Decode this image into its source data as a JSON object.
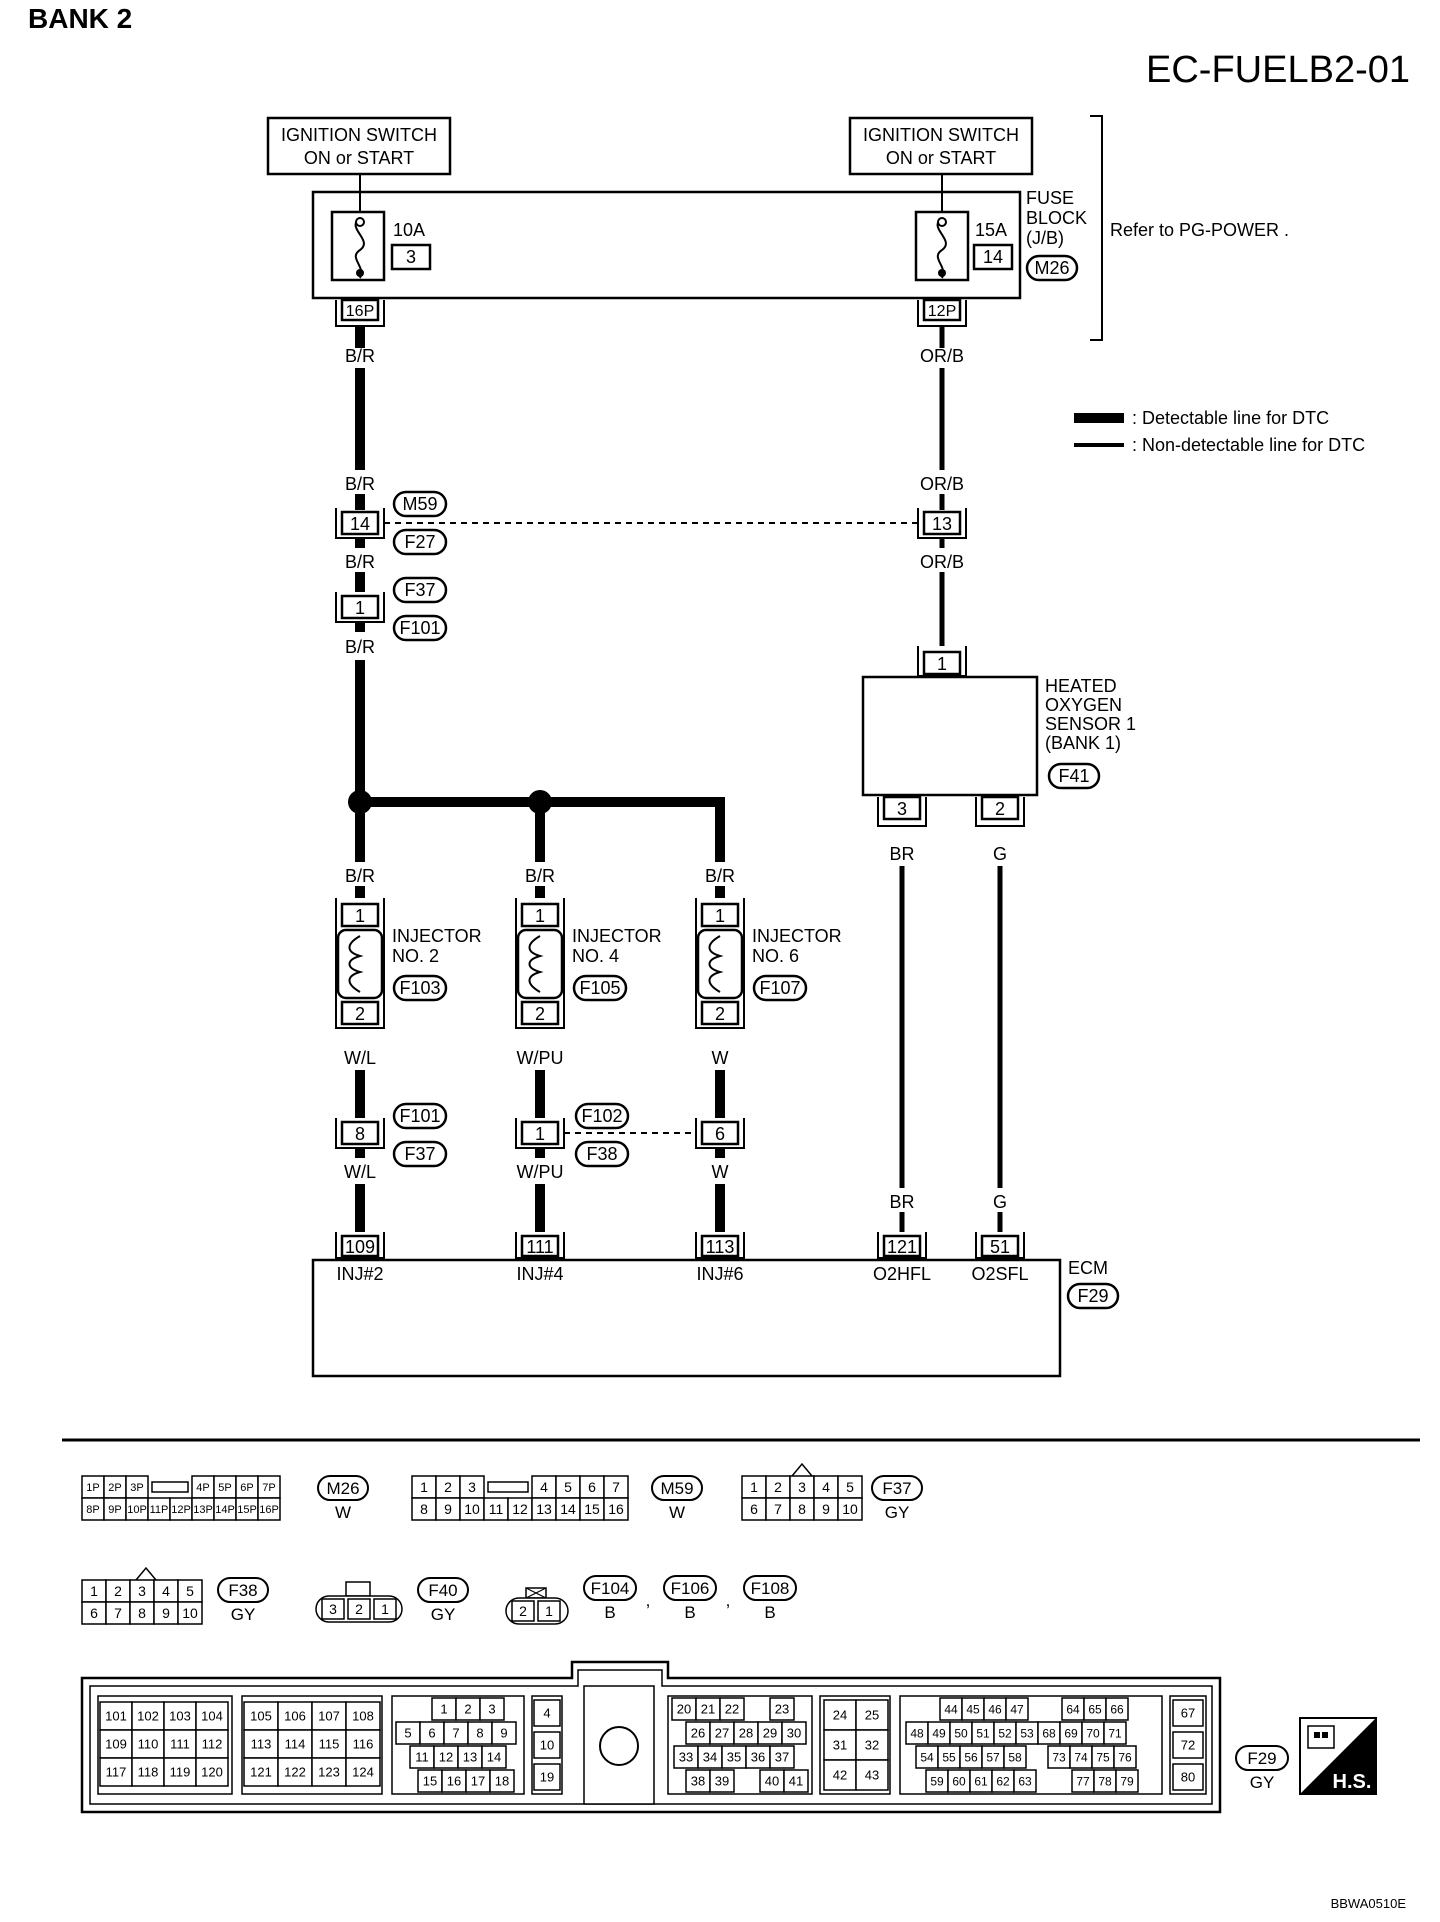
{
  "header": {
    "bank": "BANK 2",
    "code": "EC-FUELB2-01"
  },
  "ignition": {
    "left_l1": "IGNITION SWITCH",
    "left_l2": "ON or START",
    "right_l1": "IGNITION SWITCH",
    "right_l2": "ON or START"
  },
  "fuse_block": {
    "l1": "FUSE",
    "l2": "BLOCK",
    "l3": "(J/B)",
    "conn": "M26",
    "refer": "Refer to  PG-POWER .",
    "fuse_a_amp": "10A",
    "fuse_a_num": "3",
    "fuse_a_pin": "16P",
    "fuse_b_amp": "15A",
    "fuse_b_num": "14",
    "fuse_b_pin": "12P"
  },
  "legend": {
    "thick": ": Detectable line for DTC",
    "thin": ": Non-detectable line for DTC"
  },
  "wires": {
    "br": "B/R",
    "orb": "OR/B",
    "wl": "W/L",
    "wpu": "W/PU",
    "w": "W",
    "brn": "BR",
    "g": "G"
  },
  "joints": {
    "m59": "M59",
    "f27": "F27",
    "pin14": "14",
    "pin13": "13",
    "f37": "F37",
    "f101": "F101",
    "pin1": "1",
    "f101b": "F101",
    "f37b": "F37",
    "pin8": "8",
    "f102": "F102",
    "f38": "F38",
    "pin1b": "1",
    "pin6": "6"
  },
  "sensor": {
    "l1": "HEATED",
    "l2": "OXYGEN",
    "l3": "SENSOR 1",
    "l4": "(BANK 1)",
    "conn": "F41",
    "pin1": "1",
    "pin3": "3",
    "pin2": "2"
  },
  "injectors": [
    {
      "l1": "INJECTOR",
      "l2": "NO. 2",
      "conn": "F103",
      "p1": "1",
      "p2": "2"
    },
    {
      "l1": "INJECTOR",
      "l2": "NO. 4",
      "conn": "F105",
      "p1": "1",
      "p2": "2"
    },
    {
      "l1": "INJECTOR",
      "l2": "NO. 6",
      "conn": "F107",
      "p1": "1",
      "p2": "2"
    }
  ],
  "ecm": {
    "label": "ECM",
    "conn": "F29",
    "pins": [
      "109",
      "111",
      "113",
      "121",
      "51"
    ],
    "names": [
      "INJ#2",
      "INJ#4",
      "INJ#6",
      "O2HFL",
      "O2SFL"
    ]
  },
  "connectors": {
    "m26": {
      "name": "M26",
      "color": "W",
      "top": [
        "1P",
        "2P",
        "3P",
        "4P",
        "5P",
        "6P",
        "7P"
      ],
      "bottom": [
        "8P",
        "9P",
        "10P",
        "11P",
        "12P",
        "13P",
        "14P",
        "15P",
        "16P"
      ]
    },
    "m59": {
      "name": "M59",
      "color": "W",
      "top": [
        "1",
        "2",
        "3",
        "4",
        "5",
        "6",
        "7"
      ],
      "bottom": [
        "8",
        "9",
        "10",
        "11",
        "12",
        "13",
        "14",
        "15",
        "16"
      ]
    },
    "f37": {
      "name": "F37",
      "color": "GY",
      "top": [
        "1",
        "2",
        "3",
        "4",
        "5"
      ],
      "bottom": [
        "6",
        "7",
        "8",
        "9",
        "10"
      ]
    },
    "f38": {
      "name": "F38",
      "color": "GY",
      "top": [
        "1",
        "2",
        "3",
        "4",
        "5"
      ],
      "bottom": [
        "6",
        "7",
        "8",
        "9",
        "10"
      ]
    },
    "f40": {
      "name": "F40",
      "color": "GY",
      "pins": [
        "3",
        "2",
        "1"
      ]
    },
    "f104": {
      "pins": [
        "2",
        "1"
      ],
      "names": [
        "F104",
        "F106",
        "F108"
      ],
      "colors": [
        "B",
        "B",
        "B"
      ],
      "sep": ","
    },
    "f29": {
      "name": "F29",
      "color": "GY",
      "hs": "H.S.",
      "g1": [
        [
          "101",
          "102",
          "103",
          "104"
        ],
        [
          "109",
          "110",
          "111",
          "112"
        ],
        [
          "117",
          "118",
          "119",
          "120"
        ]
      ],
      "g2": [
        [
          "105",
          "106",
          "107",
          "108"
        ],
        [
          "113",
          "114",
          "115",
          "116"
        ],
        [
          "121",
          "122",
          "123",
          "124"
        ]
      ],
      "g3": [
        [
          "1",
          "2",
          "3"
        ],
        [
          "5",
          "6",
          "7",
          "8",
          "9"
        ],
        [
          "11",
          "12",
          "13",
          "14"
        ],
        [
          "15",
          "16",
          "17",
          "18"
        ]
      ],
      "g4": [
        "4",
        "10",
        "19"
      ],
      "g5": [
        [
          "20",
          "21",
          "22",
          "23"
        ],
        [
          "26",
          "27",
          "28",
          "29",
          "30"
        ],
        [
          "33",
          "34",
          "35",
          "36",
          "37"
        ],
        [
          "38",
          "39",
          "40",
          "41"
        ]
      ],
      "g6": [
        [
          "24",
          "25"
        ],
        [
          "31",
          "32"
        ],
        [
          "42",
          "43"
        ]
      ],
      "g7": [
        [
          "44",
          "45",
          "46",
          "47",
          "64",
          "65",
          "66"
        ],
        [
          "48",
          "49",
          "50",
          "51",
          "52",
          "53",
          "68",
          "69",
          "70",
          "71"
        ],
        [
          "54",
          "55",
          "56",
          "57",
          "58",
          "73",
          "74",
          "75",
          "76"
        ],
        [
          "59",
          "60",
          "61",
          "62",
          "63",
          "77",
          "78",
          "79"
        ]
      ],
      "g8": [
        "67",
        "72",
        "80"
      ]
    }
  },
  "footer": {
    "code": "BBWA0510E"
  }
}
